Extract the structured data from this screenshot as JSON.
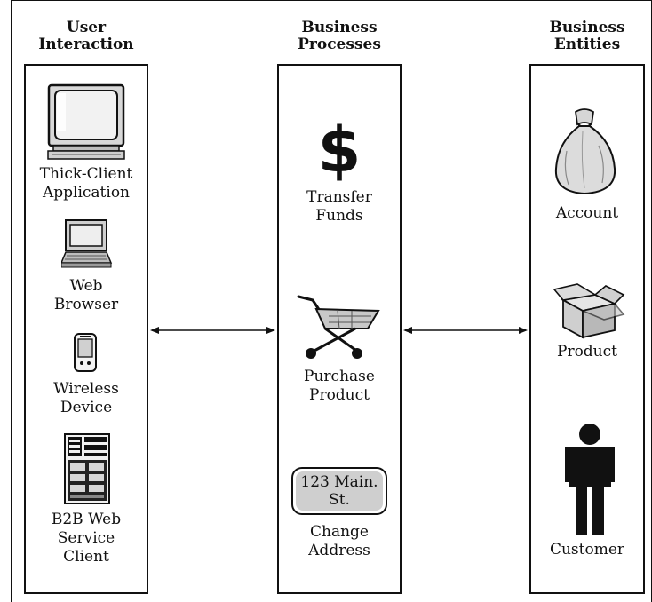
{
  "columns": [
    {
      "title_line1": "User",
      "title_line2": "Interaction"
    },
    {
      "title_line1": "Business",
      "title_line2": "Processes"
    },
    {
      "title_line1": "Business",
      "title_line2": "Entities"
    }
  ],
  "user_interaction": [
    {
      "line1": "Thick-Client",
      "line2": "Application",
      "icon": "monitor-icon"
    },
    {
      "line1": "Web",
      "line2": "Browser",
      "icon": "laptop-icon"
    },
    {
      "line1": "Wireless",
      "line2": "Device",
      "icon": "handheld-device-icon"
    },
    {
      "line1": "B2B Web",
      "line2": "Service",
      "line3": "Client",
      "icon": "server-icon"
    }
  ],
  "business_processes": [
    {
      "line1": "Transfer",
      "line2": "Funds",
      "icon": "dollar-icon",
      "glyph": "$"
    },
    {
      "line1": "Purchase",
      "line2": "Product",
      "icon": "shopping-cart-icon"
    },
    {
      "line1": "Change",
      "line2": "Address",
      "icon": "address-label-icon",
      "address_line1": "123 Main.",
      "address_line2": "St."
    }
  ],
  "business_entities": [
    {
      "line1": "Account",
      "icon": "money-bag-icon"
    },
    {
      "line1": "Product",
      "icon": "box-icon"
    },
    {
      "line1": "Customer",
      "icon": "person-icon"
    }
  ]
}
